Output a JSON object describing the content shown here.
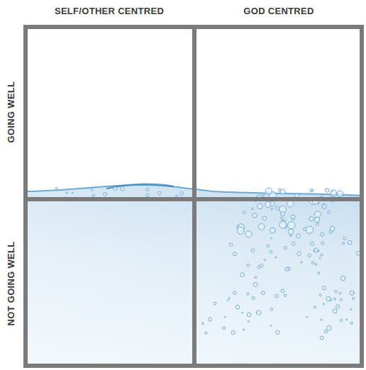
{
  "diagram": {
    "labels": [
      "SELF/OTHER CENTRED",
      "GOD CENTRED",
      "GOING WELL",
      "NOT GOING WELL"
    ]
  }
}
